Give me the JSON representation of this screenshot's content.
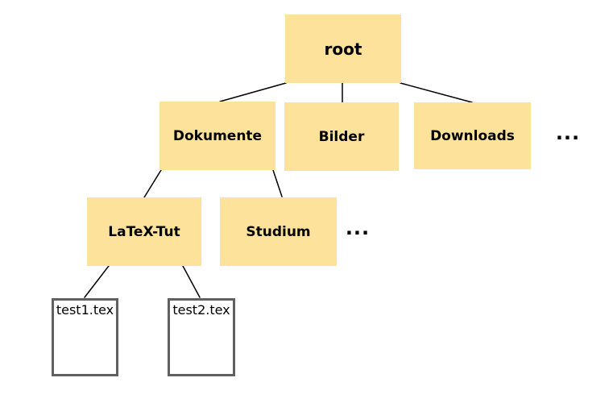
{
  "diagram": {
    "type": "tree",
    "description": "Directory tree diagram",
    "background_color": "#ffffff",
    "folder_fill_color": "#FCE29A",
    "file_border_color": "#606060",
    "edge_color": "#000000",
    "nodes": {
      "root": {
        "label": "root",
        "kind": "folder",
        "level": 0
      },
      "dokumente": {
        "label": "Dokumente",
        "kind": "folder",
        "level": 1
      },
      "bilder": {
        "label": "Bilder",
        "kind": "folder",
        "level": 1
      },
      "downloads": {
        "label": "Downloads",
        "kind": "folder",
        "level": 1
      },
      "ellipsis1": {
        "label": "...",
        "kind": "ellipsis",
        "level": 1
      },
      "latextut": {
        "label": "LaTeX-Tut",
        "kind": "folder",
        "level": 2
      },
      "studium": {
        "label": "Studium",
        "kind": "folder",
        "level": 2
      },
      "ellipsis2": {
        "label": "...",
        "kind": "ellipsis",
        "level": 2
      },
      "test1": {
        "label": "test1.tex",
        "kind": "file",
        "level": 3
      },
      "test2": {
        "label": "test2.tex",
        "kind": "file",
        "level": 3
      }
    },
    "edges": [
      {
        "from": "root",
        "to": "dokumente"
      },
      {
        "from": "root",
        "to": "bilder"
      },
      {
        "from": "root",
        "to": "downloads"
      },
      {
        "from": "dokumente",
        "to": "latextut"
      },
      {
        "from": "dokumente",
        "to": "studium"
      },
      {
        "from": "latextut",
        "to": "test1"
      },
      {
        "from": "latextut",
        "to": "test2"
      }
    ]
  }
}
